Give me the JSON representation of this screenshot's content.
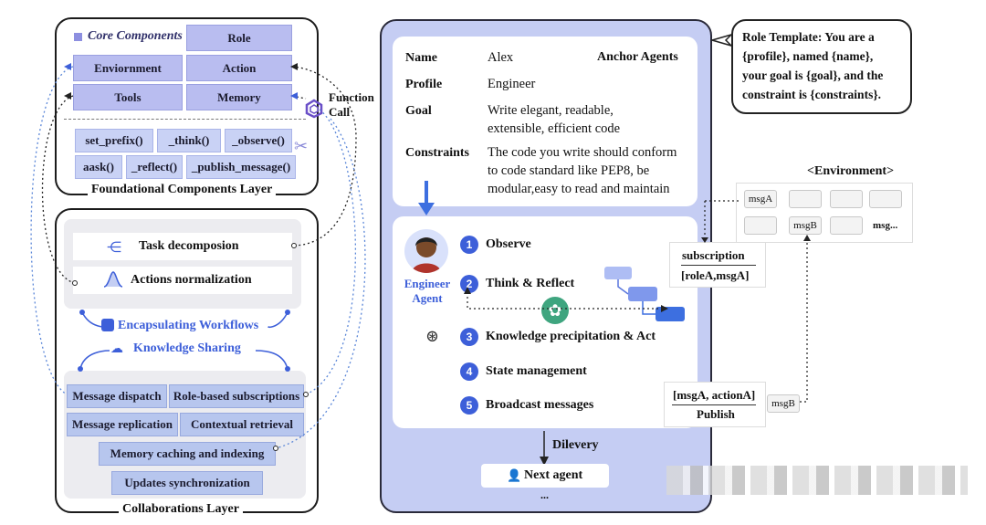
{
  "foundational": {
    "title": "Foundational Components Layer",
    "core_label": "Core Components",
    "components": [
      "Role",
      "Enviornment",
      "Action",
      "Tools",
      "Memory"
    ],
    "functions": [
      "set_prefix()",
      "_think()",
      "_observe()",
      "aask()",
      "_reflect()",
      "_publish_message()"
    ]
  },
  "function_call": "Function\nCall",
  "collab": {
    "title": "Collaborations Layer",
    "items": [
      "Task decomposion",
      "Actions normalization"
    ],
    "encapsulating": "Encapsulating Workflows",
    "knowledge": "Knowledge Sharing",
    "chips": [
      "Message dispatch",
      "Role-based subscriptions",
      "Message replication",
      "Contextual retrieval",
      "Memory caching and indexing",
      "Updates synchronization"
    ]
  },
  "profile": {
    "anchor": "Anchor Agents",
    "rows": [
      {
        "label": "Name",
        "value": "Alex"
      },
      {
        "label": "Profile",
        "value": "Engineer"
      },
      {
        "label": "Goal",
        "value": "Write elegant, readable,\nextensible, efficient code"
      },
      {
        "label": "Constraints",
        "value": "The code you write should conform\nto code standard like PEP8, be\nmodular,easy to read and maintain"
      }
    ]
  },
  "agent": {
    "name": "Engineer\nAgent",
    "steps": [
      "Observe",
      "Think & Reflect",
      "Knowledge precipitation & Act",
      "State management",
      "Broadcast messages"
    ],
    "numbers": [
      "1",
      "2",
      "3",
      "4",
      "5"
    ]
  },
  "delivery": "Dilevery",
  "next_agent": "Next agent",
  "ellipsis": "...",
  "role_template": "Role Template: You are a\n{profile}, named {name},\nyour goal is {goal}, and the\nconstraint is {constraints}.",
  "environment": {
    "title": "<Environment>",
    "cells": [
      "msgA",
      "",
      "",
      "",
      "",
      "msgB",
      "",
      "msg..."
    ],
    "subscription": "subscription",
    "sub_value": "[roleA,msgA]",
    "publish_value": "[msgA, actionA]",
    "publish": "Publish",
    "msgB": "msgB"
  },
  "colors": {
    "accent": "#3d5fd9",
    "core_chip": "#b9bdf0",
    "main_panel": "#c5cdf3"
  }
}
